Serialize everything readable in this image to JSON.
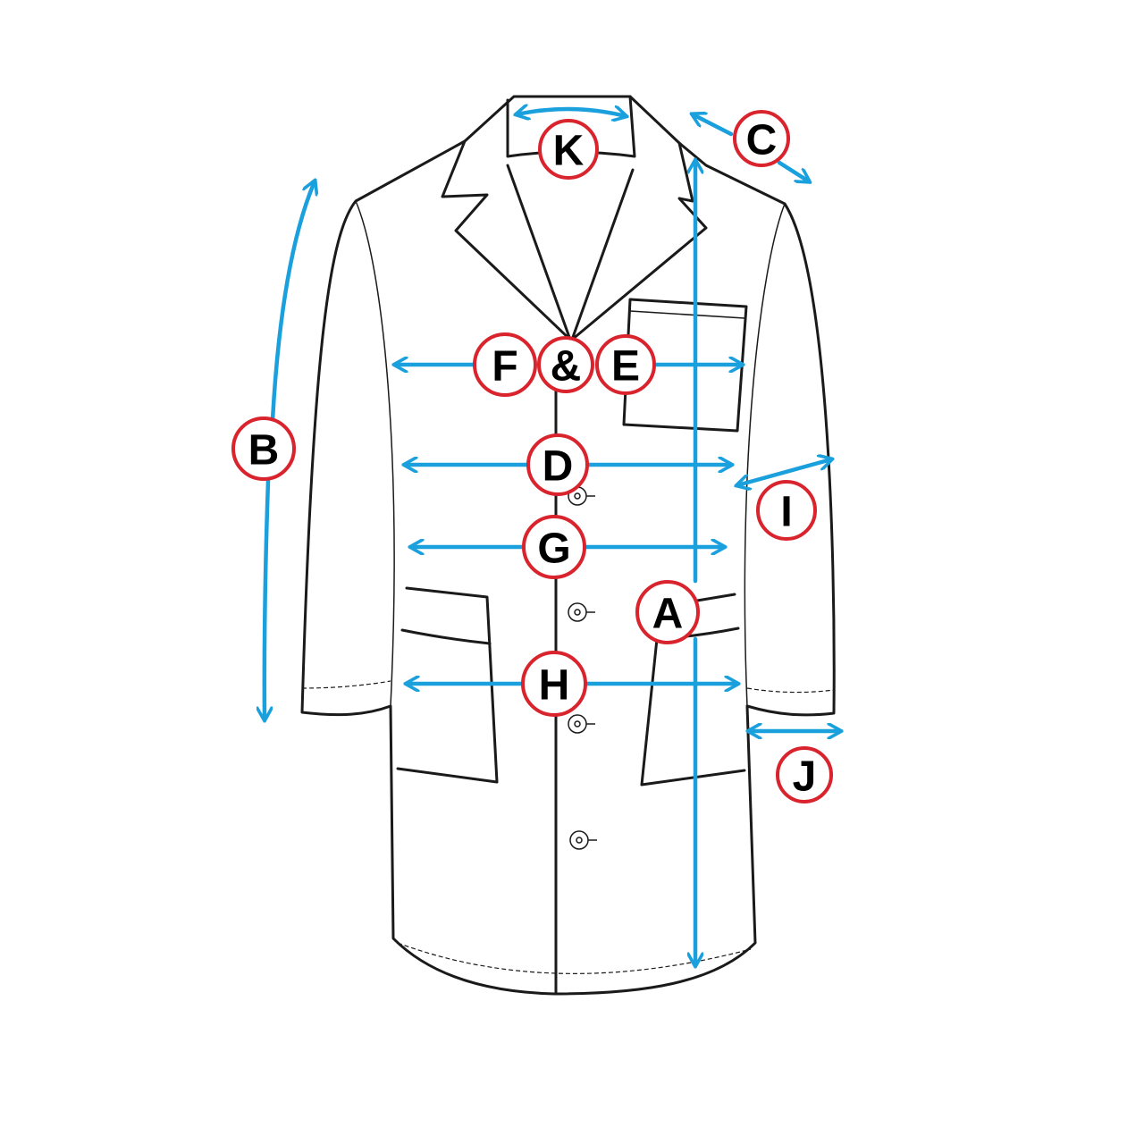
{
  "title": "Lab coat measurement diagram",
  "colors": {
    "arrow": "#1aa0dc",
    "badge_ring": "#d9232d",
    "outline": "#1a1a1a"
  },
  "labels": {
    "K": "K",
    "C": "C",
    "B": "B",
    "F": "F",
    "amp": "&",
    "E": "E",
    "D": "D",
    "I": "I",
    "G": "G",
    "A": "A",
    "H": "H",
    "J": "J"
  }
}
